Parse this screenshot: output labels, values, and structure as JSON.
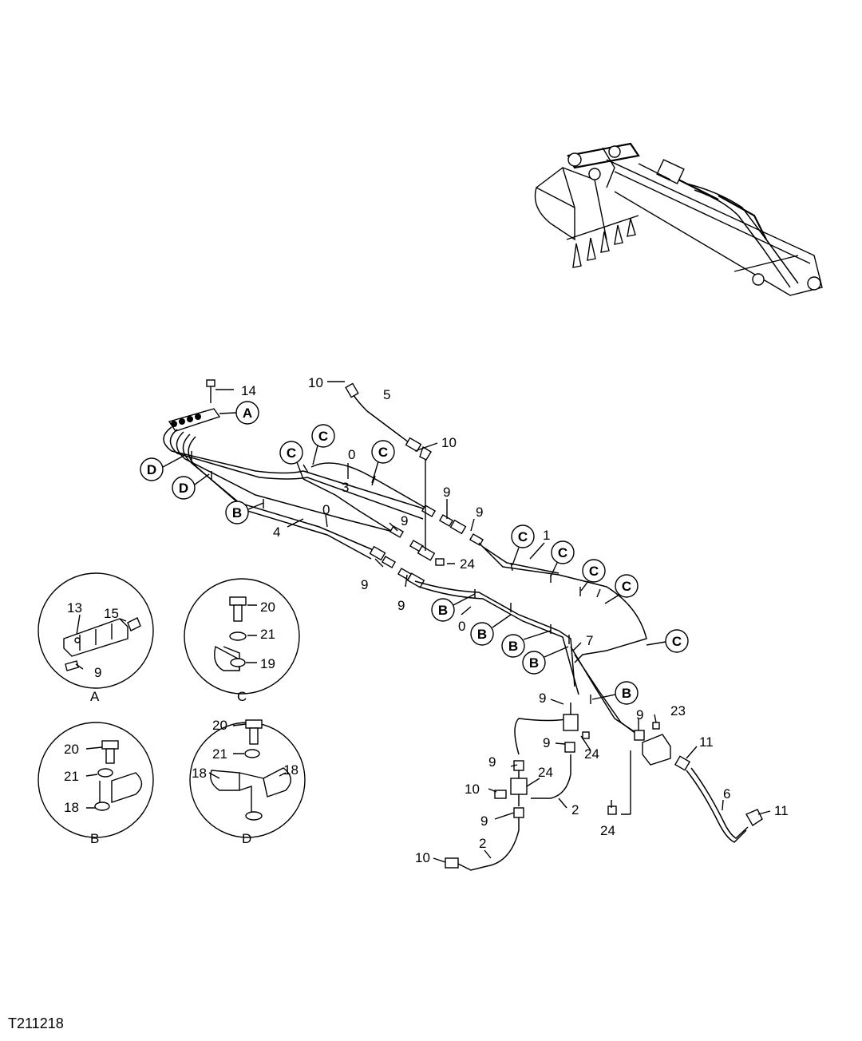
{
  "figure_id": "T211218",
  "part_labels": [
    "14",
    "10",
    "5",
    "10",
    "0",
    "3",
    "9",
    "9",
    "9",
    "24",
    "1",
    "4",
    "0",
    "9",
    "9",
    "7",
    "0",
    "9",
    "24",
    "9",
    "24",
    "23",
    "11",
    "9",
    "10",
    "24",
    "2",
    "24",
    "11",
    "6",
    "9",
    "2",
    "10"
  ],
  "callout_letters": [
    "A",
    "C",
    "C",
    "C",
    "D",
    "D",
    "B",
    "C",
    "C",
    "C",
    "C",
    "B",
    "B",
    "B",
    "B",
    "C",
    "B"
  ],
  "detail_views": [
    {
      "id": "A",
      "caption": "A",
      "labels": [
        "13",
        "15",
        "9"
      ]
    },
    {
      "id": "C",
      "caption": "C",
      "labels": [
        "20",
        "21",
        "19"
      ]
    },
    {
      "id": "B",
      "caption": "B",
      "labels": [
        "20",
        "21",
        "18"
      ]
    },
    {
      "id": "D",
      "caption": "D",
      "labels": [
        "20",
        "21",
        "18",
        "18"
      ]
    }
  ]
}
